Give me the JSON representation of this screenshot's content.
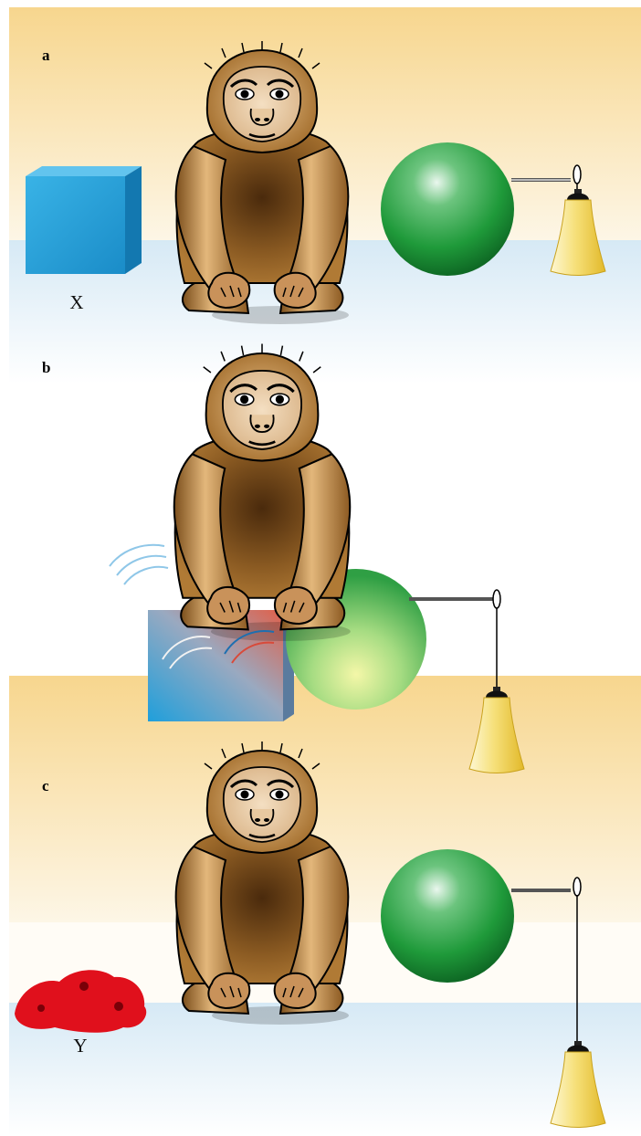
{
  "panels": [
    {
      "letter": "a",
      "object_label": "X"
    },
    {
      "letter": "b",
      "object_label": ""
    },
    {
      "letter": "c",
      "object_label": "Y"
    }
  ],
  "colors": {
    "backdrop_top": "#f7d68e",
    "backdrop_fade": "#fdf6e6",
    "floor": "#dcecf6",
    "fur_dark": "#6b4416",
    "fur_mid": "#a5702f",
    "fur_light": "#e3b77b",
    "face": "#f0d8b8",
    "ball": "#1f9a3a",
    "cube": "#1f9fdb",
    "food": "#e0101c",
    "lamp": "#f3d43a"
  }
}
